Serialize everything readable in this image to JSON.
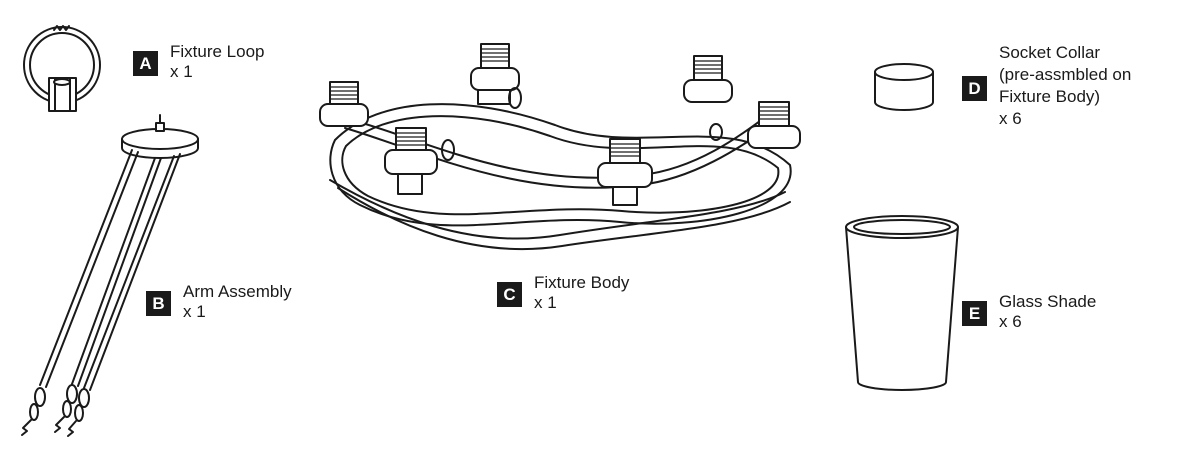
{
  "parts": [
    {
      "letter": "A",
      "name": "Fixture Loop",
      "qty": "x 1"
    },
    {
      "letter": "B",
      "name": "Arm Assembly",
      "qty": "x 1"
    },
    {
      "letter": "C",
      "name": "Fixture Body",
      "qty": "x 1"
    },
    {
      "letter": "D",
      "name_lines": [
        "Socket Collar",
        "(pre-assmbled on",
        "Fixture Body)"
      ],
      "qty": "x 6"
    },
    {
      "letter": "E",
      "name": "Glass Shade",
      "qty": "x 6"
    }
  ],
  "colors": {
    "ink": "#1a1a1a",
    "badge_text": "#ffffff",
    "background": "#ffffff"
  }
}
